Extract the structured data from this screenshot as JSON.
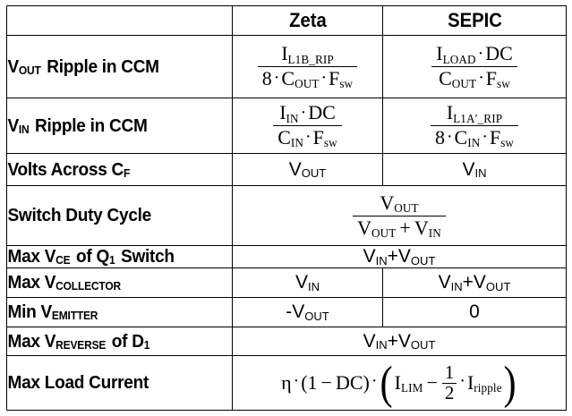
{
  "table": {
    "header": {
      "label_col": "",
      "columns": [
        "Zeta",
        "SEPIC"
      ]
    },
    "rows": [
      {
        "id": "vout-ripple-ccm",
        "label_main": "V",
        "label_sub": "OUT",
        "label_rest": "Ripple in CCM",
        "zeta": {
          "type": "fraction",
          "num": "I_L1B_RIP",
          "den": "8 · C_OUT · F_sw",
          "num_parts": [
            {
              "base": "I",
              "sub": "L1B_RIP"
            }
          ],
          "den_parts": [
            {
              "base": "8"
            },
            {
              "dot": true
            },
            {
              "base": "C",
              "sub": "OUT"
            },
            {
              "dot": true
            },
            {
              "base": "F",
              "sub": "sw"
            }
          ]
        },
        "sepic": {
          "type": "fraction",
          "num": "I_LOAD · DC",
          "den": "C_OUT · F_sw",
          "num_parts": [
            {
              "base": "I",
              "sub": "LOAD"
            },
            {
              "dot": true
            },
            {
              "base": "DC"
            }
          ],
          "den_parts": [
            {
              "base": "C",
              "sub": "OUT"
            },
            {
              "dot": true
            },
            {
              "base": "F",
              "sub": "sw"
            }
          ]
        }
      },
      {
        "id": "vin-ripple-ccm",
        "label_main": "V",
        "label_sub": "IN",
        "label_rest": "Ripple in CCM",
        "zeta": {
          "type": "fraction",
          "num": "I_IN · DC",
          "den": "C_IN · F_sw",
          "num_parts": [
            {
              "base": "I",
              "sub": "IN"
            },
            {
              "dot": true
            },
            {
              "base": "DC"
            }
          ],
          "den_parts": [
            {
              "base": "C",
              "sub": "IN"
            },
            {
              "dot": true
            },
            {
              "base": "F",
              "sub": "sw"
            }
          ]
        },
        "sepic": {
          "type": "fraction",
          "num": "I_L1A'_RIP",
          "den": "8 · C_IN · F_sw",
          "num_parts": [
            {
              "base": "I",
              "sub": "L1A′_RIP"
            }
          ],
          "den_parts": [
            {
              "base": "8"
            },
            {
              "dot": true
            },
            {
              "base": "C",
              "sub": "IN"
            },
            {
              "dot": true
            },
            {
              "base": "F",
              "sub": "sw"
            }
          ]
        }
      },
      {
        "id": "volts-across-cf",
        "label_text": "Volts Across C",
        "label_sub": "F",
        "zeta_value": "V_OUT",
        "sepic_value": "V_IN"
      },
      {
        "id": "switch-duty-cycle",
        "label_text": "Switch Duty Cycle",
        "merged": true,
        "value": {
          "type": "fraction",
          "num": "V_OUT",
          "den": "V_OUT + V_IN"
        }
      },
      {
        "id": "max-vce-q1-switch",
        "label_text": "Max V",
        "label_sub": "CE",
        "label_rest": "of Q",
        "label_sub2": "1",
        "label_rest2": "Switch",
        "merged": true,
        "value_text": "V_IN+V_OUT"
      },
      {
        "id": "max-vcollector",
        "label_text": "Max V",
        "label_sub": "COLLECTOR",
        "zeta_value": "V_IN",
        "sepic_value": "V_IN+V_OUT"
      },
      {
        "id": "min-vemitter",
        "label_text": "Min V",
        "label_sub": "EMITTER",
        "zeta_value": "-V_OUT",
        "sepic_value": "0"
      },
      {
        "id": "max-vreverse-d1",
        "label_text": "Max V",
        "label_sub": "REVERSE",
        "label_rest": "of D",
        "label_sub2": "1",
        "merged": true,
        "value_text": "V_IN+V_OUT"
      },
      {
        "id": "max-load-current",
        "label_text": "Max Load Current",
        "merged": true,
        "value": {
          "type": "expression",
          "text": "η · (1 − DC) · ( I_LIM − 1/2 · I_ripple )"
        }
      }
    ]
  },
  "labels": {
    "vout_ripple_v": "V",
    "vout_ripple_sub": "OUT",
    "vout_ripple_rest": "Ripple in CCM",
    "vin_ripple_v": "V",
    "vin_ripple_sub": "IN",
    "vin_ripple_rest": "Ripple in CCM",
    "volts_across_cf_main": "Volts Across C",
    "volts_across_cf_sub": "F",
    "switch_duty_cycle": "Switch Duty Cycle",
    "max_vce_main": "Max V",
    "max_vce_sub": "CE",
    "max_vce_mid": "of Q",
    "max_vce_sub2": "1",
    "max_vce_end": "Switch",
    "max_vcollector_main": "Max V",
    "max_vcollector_sub": "COLLECTOR",
    "min_vemitter_main": "Min V",
    "min_vemitter_sub": "EMITTER",
    "max_vreverse_main": "Max V",
    "max_vreverse_sub": "REVERSE",
    "max_vreverse_mid": "of D",
    "max_vreverse_sub2": "1",
    "max_load_current": "Max Load Current"
  },
  "math": {
    "I": "I",
    "C": "C",
    "F": "F",
    "V": "V",
    "D": "D",
    "eight": "8",
    "zero": "0",
    "one": "1",
    "two": "2",
    "DC": "DC",
    "dot": "·",
    "plus": "+",
    "minus": "−",
    "eta": "η",
    "lparen": "(",
    "rparen": ")",
    "lparen_big": "(",
    "rparen_big": ")",
    "minus_sign": "-",
    "sub_L1B_RIP": "L1B_RIP",
    "sub_L1A_RIP": "L1A′_RIP",
    "sub_LOAD": "LOAD",
    "sub_OUT": "OUT",
    "sub_IN": "IN",
    "sub_sw": "sw",
    "sub_LIM": "LIM",
    "sub_ripple": "ripple"
  },
  "colors": {
    "border": "#000000",
    "text": "#000000",
    "background": "#ffffff"
  }
}
